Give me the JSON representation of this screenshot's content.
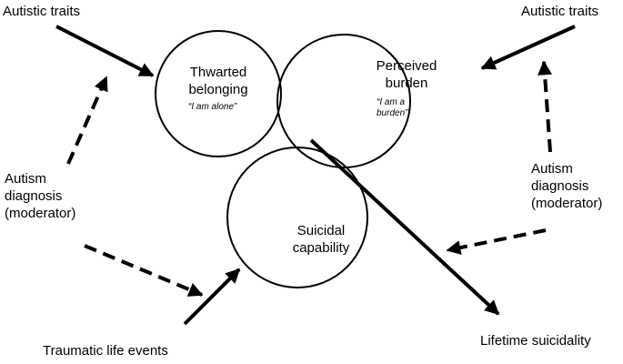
{
  "circles": {
    "thwarted_belonging": {
      "label_line1": "Thwarted",
      "label_line2": "belonging",
      "quote": "“I am alone”"
    },
    "perceived_burden": {
      "label_line1": "Perceived",
      "label_line2": "burden",
      "quote_line1": "“I am a",
      "quote_line2": "burden”"
    },
    "suicidal_capability": {
      "label_line1": "Suicidal",
      "label_line2": "capability"
    }
  },
  "left": {
    "autistic_traits": "Autistic traits",
    "diagnosis_line1": "Autism",
    "diagnosis_line2": "diagnosis",
    "diagnosis_line3": "(moderator)",
    "traumatic_events": "Traumatic life events"
  },
  "right": {
    "autistic_traits": "Autistic traits",
    "diagnosis_line1": "Autism",
    "diagnosis_line2": "diagnosis",
    "diagnosis_line3": "(moderator)",
    "lifetime_suicidality": "Lifetime suicidality"
  },
  "colors": {
    "stroke": "#000000",
    "background": "#ffffff"
  }
}
